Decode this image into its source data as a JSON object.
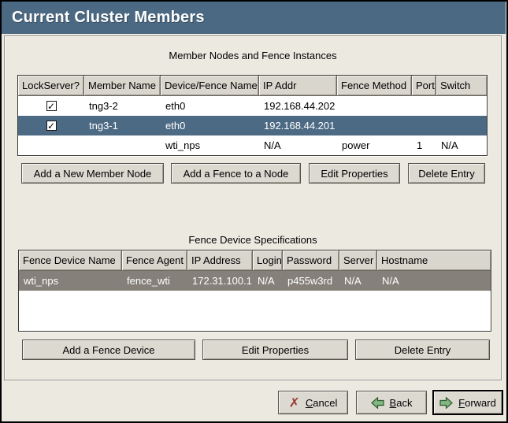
{
  "window": {
    "title": "Current Cluster Members"
  },
  "colors": {
    "titlebar": "#4b6983",
    "selected_row_focused": "#4d6a84",
    "selected_row_unfocused": "#85807a",
    "background": "#ece9e1",
    "button_face": "#dcd9d1",
    "cancel_x": "#9c3a3a",
    "arrow_green": "#82b682"
  },
  "glyphs": {
    "check": "✓",
    "cancel_x": "✗"
  },
  "member_table": {
    "caption": "Member Nodes and Fence Instances",
    "columns": [
      "LockServer?",
      "Member Name",
      "Device/Fence Name",
      "IP Addr",
      "Fence Method",
      "Port",
      "Switch"
    ],
    "rows": [
      {
        "lockserver": "checked",
        "member_name": "tng3-2",
        "device_fence_name": "eth0",
        "ip_addr": "192.168.44.202",
        "fence_method": "",
        "port": "",
        "switch": ""
      },
      {
        "lockserver": "checked",
        "member_name": "tng3-1",
        "device_fence_name": "eth0",
        "ip_addr": "192.168.44.201",
        "fence_method": "",
        "port": "",
        "switch": ""
      },
      {
        "lockserver": "",
        "member_name": "",
        "device_fence_name": "wti_nps",
        "ip_addr": "N/A",
        "fence_method": "power",
        "port": "1",
        "switch": "N/A"
      }
    ],
    "buttons": [
      "Add a New Member Node",
      "Add a Fence to a Node",
      "Edit Properties",
      "Delete Entry"
    ]
  },
  "fence_table": {
    "caption": "Fence Device Specifications",
    "columns": [
      "Fence Device Name",
      "Fence Agent",
      "IP Address",
      "Login",
      "Password",
      "Server",
      "Hostname"
    ],
    "rows": [
      {
        "fence_device_name": "wti_nps",
        "fence_agent": "fence_wti",
        "ip_address": "172.31.100.1",
        "login": "N/A",
        "password": "p455w3rd",
        "server": "N/A",
        "hostname": "N/A"
      }
    ],
    "buttons": [
      "Add a Fence Device",
      "Edit Properties",
      "Delete Entry"
    ]
  },
  "action_bar": {
    "cancel": {
      "mnemonic": "C",
      "rest": "ancel"
    },
    "back": {
      "mnemonic": "B",
      "rest": "ack"
    },
    "forward": {
      "mnemonic": "F",
      "rest": "orward"
    }
  }
}
